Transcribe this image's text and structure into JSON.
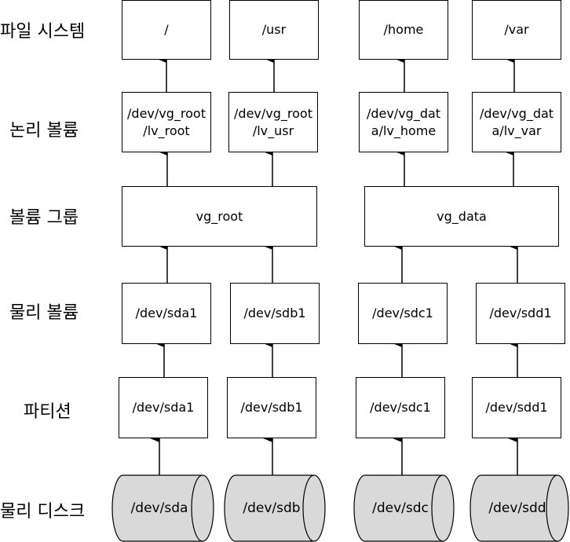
{
  "layers": {
    "filesystem": "파일 시스템",
    "logical_volume": "논리 볼륨",
    "volume_group": "볼륨 그룹",
    "physical_volume": "물리 볼륨",
    "partition": "파티션",
    "physical_disk": "물리 디스크"
  },
  "filesystems": [
    "/",
    "/usr",
    "/home",
    "/var"
  ],
  "logical_volumes": [
    {
      "line1": "/dev/vg_root",
      "line2": "/lv_root"
    },
    {
      "line1": "/dev/vg_root",
      "line2": "/lv_usr"
    },
    {
      "line1": "/dev/vg_dat",
      "line2": "a/lv_home"
    },
    {
      "line1": "/dev/vg_dat",
      "line2": "a/lv_var"
    }
  ],
  "volume_groups": [
    "vg_root",
    "vg_data"
  ],
  "physical_volumes": [
    "/dev/sda1",
    "/dev/sdb1",
    "/dev/sdc1",
    "/dev/sdd1"
  ],
  "partitions": [
    "/dev/sda1",
    "/dev/sdb1",
    "/dev/sdc1",
    "/dev/sdd1"
  ],
  "disks": [
    "/dev/sda",
    "/dev/sdb",
    "/dev/sdc",
    "/dev/sdd"
  ],
  "colors": {
    "disk_fill": "#d9d9d9",
    "line": "#000000",
    "box_fill": "#ffffff"
  }
}
